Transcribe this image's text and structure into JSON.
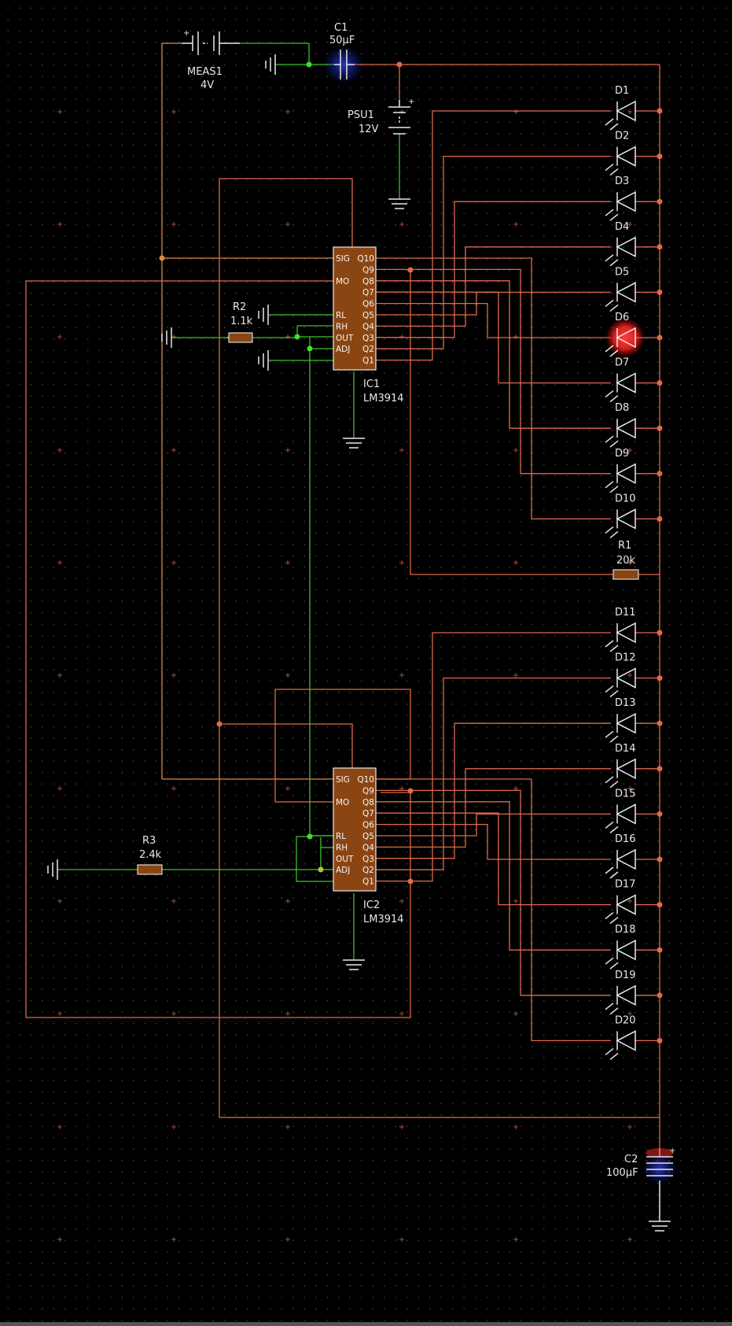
{
  "colors": {
    "background": "#000000",
    "wire_red": "#e06a4c",
    "wire_green": "#3fbf2f",
    "ic_fill": "#8b4513",
    "led_lit": "#ff3030"
  },
  "components": {
    "meas1": {
      "name": "MEAS1",
      "value": "4V"
    },
    "c1": {
      "name": "C1",
      "value": "50µF"
    },
    "psu1": {
      "name": "PSU1",
      "value": "12V"
    },
    "r1": {
      "name": "R1",
      "value": "20k"
    },
    "r2": {
      "name": "R2",
      "value": "1.1k"
    },
    "r3": {
      "name": "R3",
      "value": "2.4k"
    },
    "c2": {
      "name": "C2",
      "value": "100µF"
    },
    "ic1": {
      "name": "IC1",
      "part": "LM3914"
    },
    "ic2": {
      "name": "IC2",
      "part": "LM3914"
    }
  },
  "ic_pins": {
    "left": [
      "SIG",
      "MO",
      "RL",
      "RH",
      "OUT",
      "ADJ"
    ],
    "right": [
      "Q10",
      "Q9",
      "Q8",
      "Q7",
      "Q6",
      "Q5",
      "Q4",
      "Q3",
      "Q2",
      "Q1"
    ]
  },
  "leds_top": [
    "D1",
    "D2",
    "D3",
    "D4",
    "D5",
    "D6",
    "D7",
    "D8",
    "D9",
    "D10"
  ],
  "leds_bottom": [
    "D11",
    "D12",
    "D13",
    "D14",
    "D15",
    "D16",
    "D17",
    "D18",
    "D19",
    "D20"
  ],
  "lit_leds": [
    "D6"
  ]
}
